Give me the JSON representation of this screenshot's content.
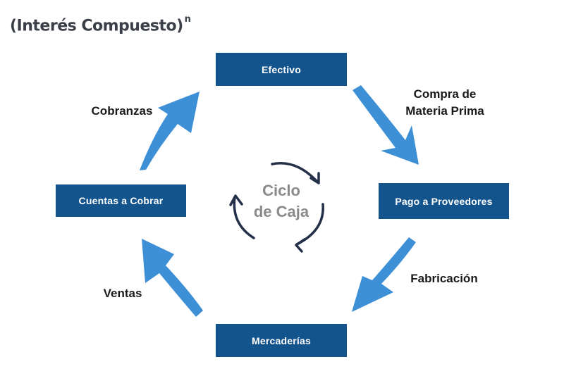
{
  "brand": {
    "name": "(Interés Compuesto)",
    "superscript": "n"
  },
  "nodes": {
    "efectivo": "Efectivo",
    "pago_proveedores": "Pago a Proveedores",
    "mercaderias": "Mercaderías",
    "cuentas_cobrar": "Cuentas a Cobrar"
  },
  "edges": {
    "compra_line1": "Compra de",
    "compra_line2": "Materia Prima",
    "fabricacion": "Fabricación",
    "ventas": "Ventas",
    "cobranzas": "Cobranzas"
  },
  "center": {
    "line1": "Ciclo",
    "line2": "de Caja"
  },
  "colors": {
    "box": "#13548c",
    "arrow": "#3d8fd6",
    "cycle_arrows": "#243049",
    "center_text": "#8a8a8a"
  }
}
